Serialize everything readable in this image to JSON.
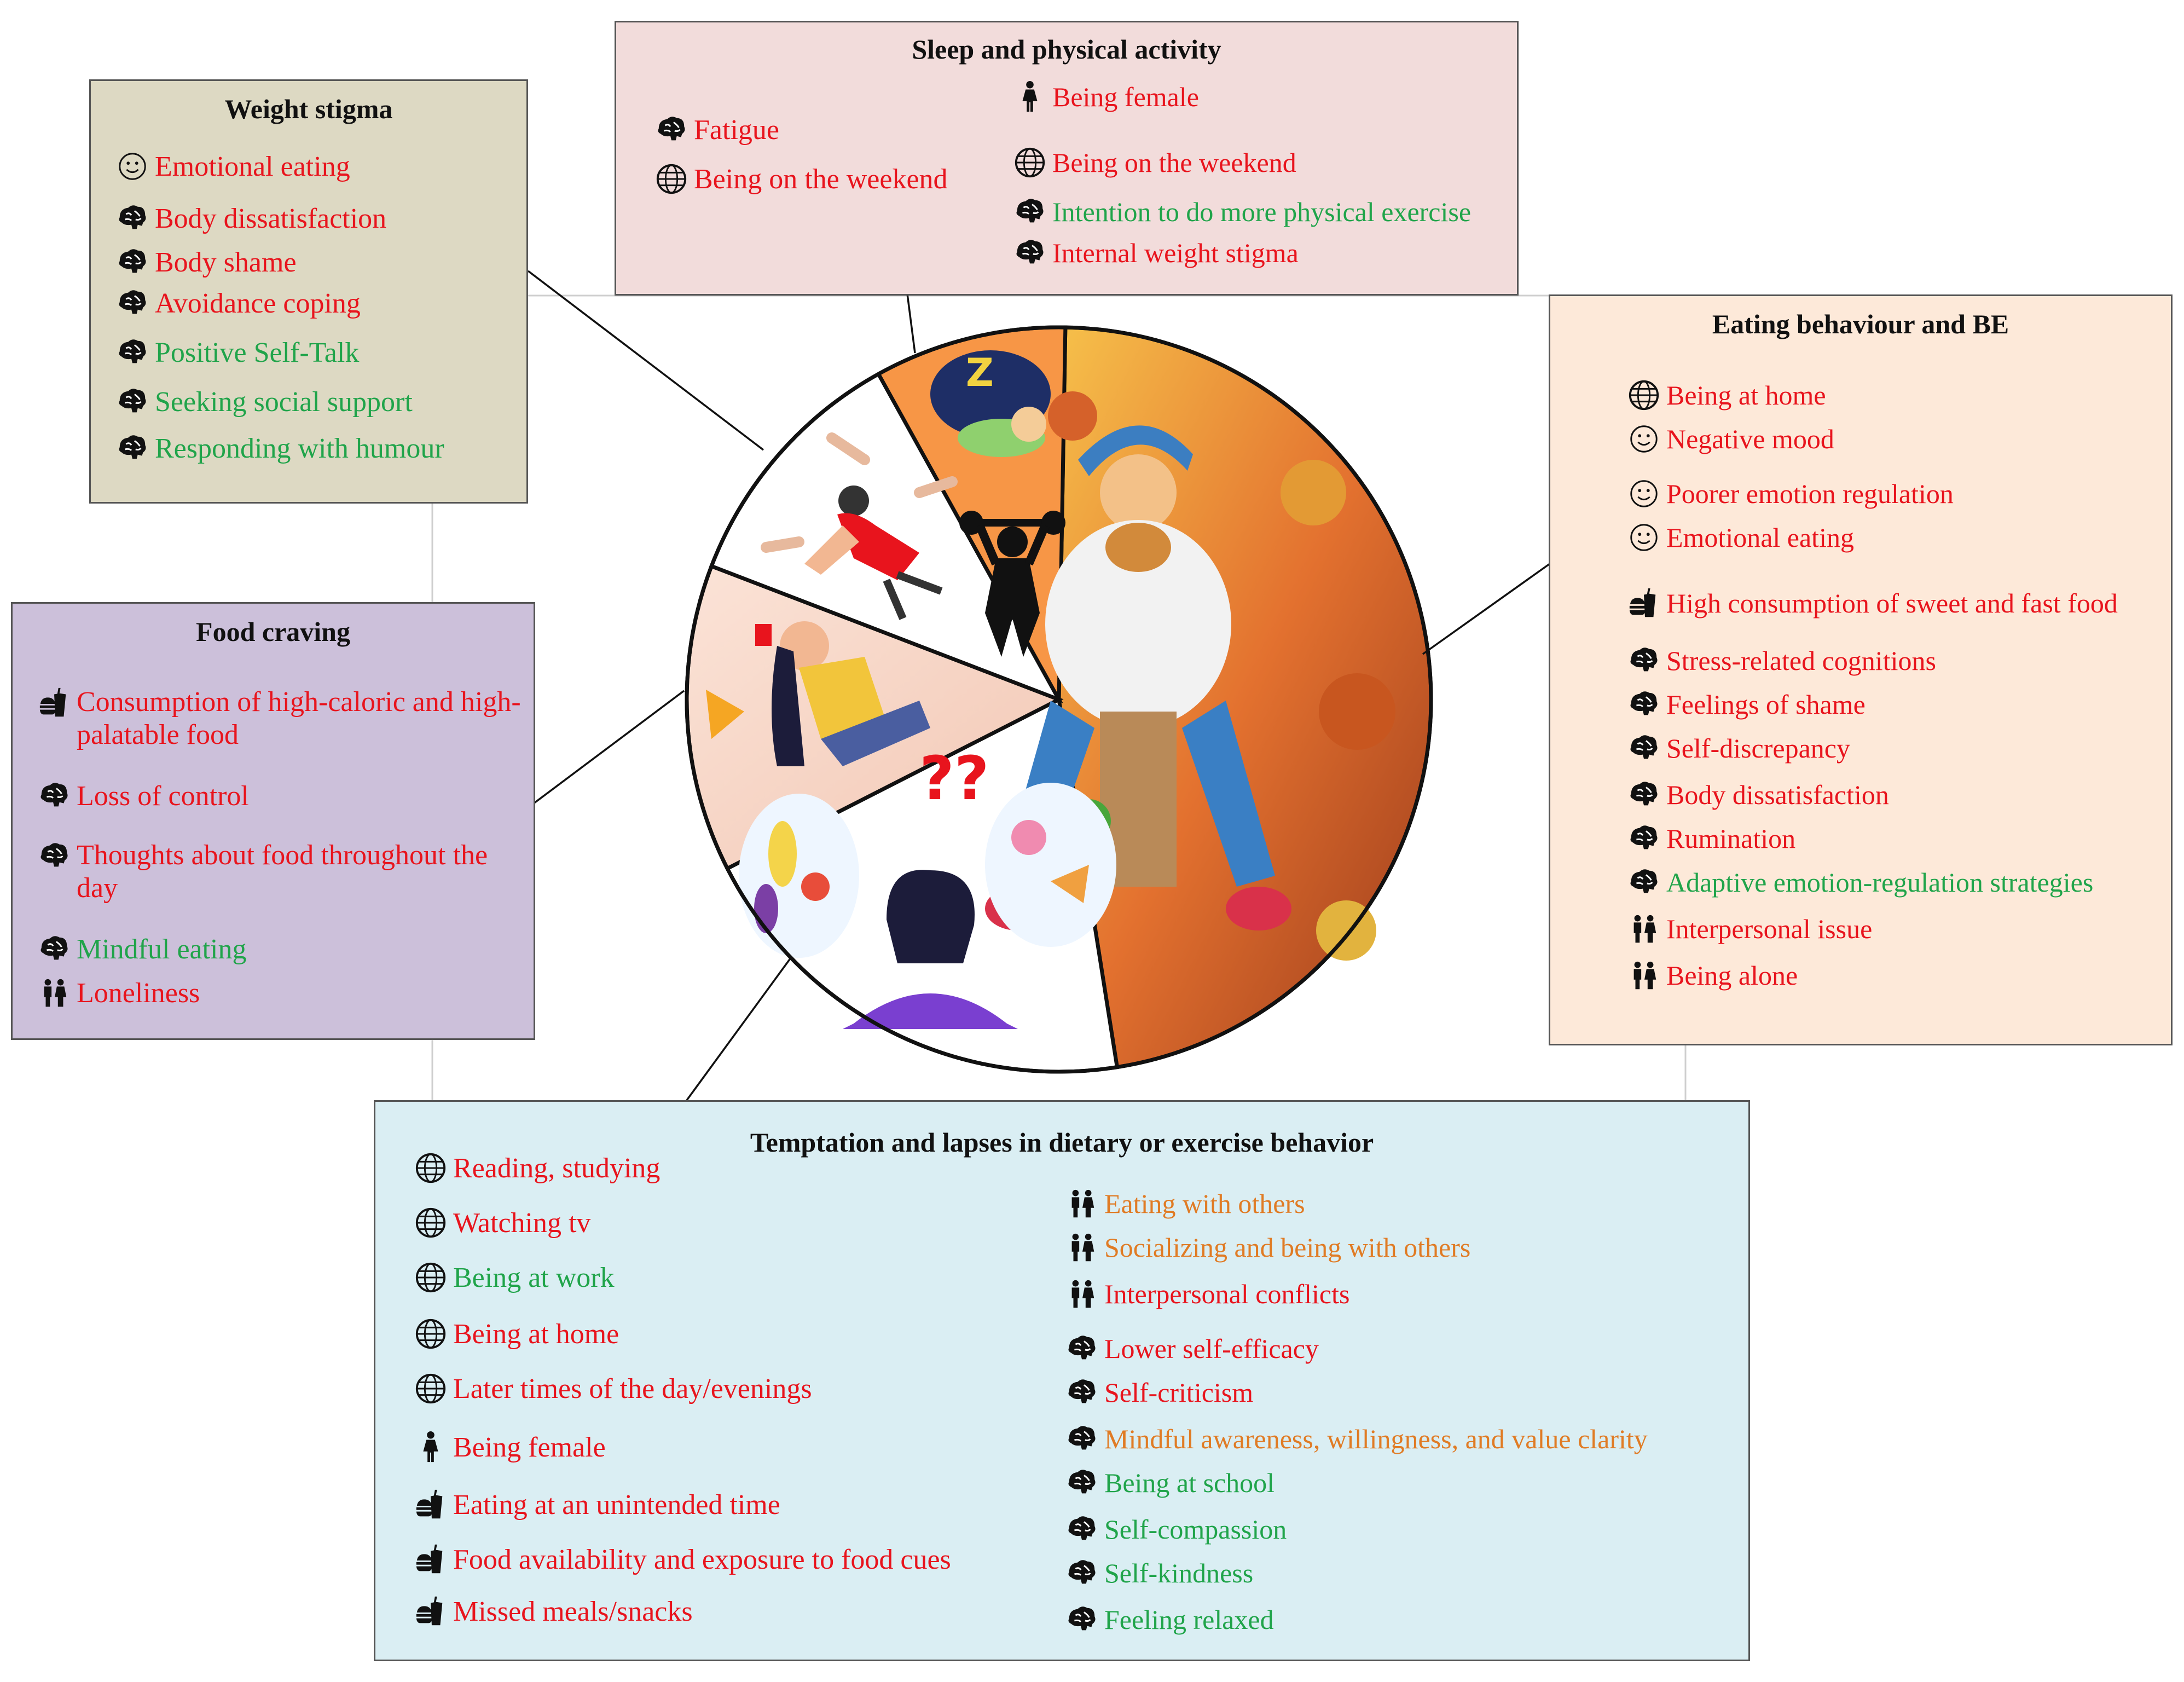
{
  "colors": {
    "positive": "#20a44a",
    "negative": "#e8141d",
    "mixed": "#e07b24",
    "weight_stigma_bg": "#ddd9c3",
    "sleep_bg": "#f2dcdb",
    "eating_bg": "#fde9d9",
    "craving_bg": "#ccc0da",
    "temptation_bg": "#daeef3",
    "pie_orange_slice": "#f79646"
  },
  "boxes": {
    "weight_stigma": {
      "title": "Weight stigma",
      "items": [
        {
          "icon": "smiley-icon",
          "text": "Emotional eating",
          "tone": "red"
        },
        {
          "icon": "brain-icon",
          "text": "Body dissatisfaction",
          "tone": "red"
        },
        {
          "icon": "brain-icon",
          "text": "Body shame",
          "tone": "red"
        },
        {
          "icon": "brain-icon",
          "text": "Avoidance coping",
          "tone": "red"
        },
        {
          "icon": "brain-icon",
          "text": "Positive Self-Talk",
          "tone": "green"
        },
        {
          "icon": "brain-icon",
          "text": "Seeking social support",
          "tone": "green"
        },
        {
          "icon": "brain-icon",
          "text": "Responding with humour",
          "tone": "green"
        }
      ]
    },
    "sleep": {
      "title": "Sleep and physical activity",
      "left_items": [
        {
          "icon": "brain-icon",
          "text": "Fatigue",
          "tone": "red"
        },
        {
          "icon": "globe-icon",
          "text": "Being on the weekend",
          "tone": "red"
        }
      ],
      "right_items": [
        {
          "icon": "female-icon",
          "text": "Being female",
          "tone": "red"
        },
        {
          "icon": "globe-icon",
          "text": "Being on the weekend",
          "tone": "red"
        },
        {
          "icon": "brain-icon",
          "text": "Intention to do more physical exercise",
          "tone": "green"
        },
        {
          "icon": "brain-icon",
          "text": "Internal weight stigma",
          "tone": "red"
        }
      ]
    },
    "eating": {
      "title": "Eating behaviour and BE",
      "items": [
        {
          "icon": "globe-icon",
          "text": "Being at home",
          "tone": "red"
        },
        {
          "icon": "smiley-icon",
          "text": "Negative mood",
          "tone": "red"
        },
        {
          "icon": "smiley-icon",
          "text": "Poorer emotion regulation",
          "tone": "red"
        },
        {
          "icon": "smiley-icon",
          "text": "Emotional eating",
          "tone": "red"
        },
        {
          "icon": "fastfood-icon",
          "text": "High consumption of sweet and fast food",
          "tone": "red"
        },
        {
          "icon": "brain-icon",
          "text": "Stress-related cognitions",
          "tone": "red"
        },
        {
          "icon": "brain-icon",
          "text": "Feelings of shame",
          "tone": "red"
        },
        {
          "icon": "brain-icon",
          "text": "Self-discrepancy",
          "tone": "red"
        },
        {
          "icon": "brain-icon",
          "text": "Body dissatisfaction",
          "tone": "red"
        },
        {
          "icon": "brain-icon",
          "text": "Rumination",
          "tone": "red"
        },
        {
          "icon": "brain-icon",
          "text": "Adaptive emotion-regulation strategies",
          "tone": "green"
        },
        {
          "icon": "people-icon",
          "text": "Interpersonal issue",
          "tone": "red"
        },
        {
          "icon": "people-icon",
          "text": "Being alone",
          "tone": "red"
        }
      ]
    },
    "craving": {
      "title": "Food craving",
      "items": [
        {
          "icon": "fastfood-icon",
          "text": "Consumption of high-caloric and high-palatable food",
          "tone": "red"
        },
        {
          "icon": "brain-icon",
          "text": "Loss of control",
          "tone": "red"
        },
        {
          "icon": "brain-icon",
          "text": "Thoughts about food throughout the day",
          "tone": "red"
        },
        {
          "icon": "brain-icon",
          "text": "Mindful eating",
          "tone": "green"
        },
        {
          "icon": "people-icon",
          "text": "Loneliness",
          "tone": "red"
        }
      ]
    },
    "temptation": {
      "title": "Temptation and lapses in dietary or exercise behavior",
      "left_items": [
        {
          "icon": "globe-icon",
          "text": "Reading, studying",
          "tone": "red"
        },
        {
          "icon": "globe-icon",
          "text": "Watching tv",
          "tone": "red"
        },
        {
          "icon": "globe-icon",
          "text": "Being at work",
          "tone": "green"
        },
        {
          "icon": "globe-icon",
          "text": "Being at home",
          "tone": "red"
        },
        {
          "icon": "globe-icon",
          "text": "Later times of the day/evenings",
          "tone": "red"
        },
        {
          "icon": "female-icon",
          "text": "Being female",
          "tone": "red"
        },
        {
          "icon": "fastfood-icon",
          "text": "Eating at an unintended time",
          "tone": "red"
        },
        {
          "icon": "fastfood-icon",
          "text": "Food availability and exposure to food cues",
          "tone": "red"
        },
        {
          "icon": "fastfood-icon",
          "text": "Missed meals/snacks",
          "tone": "red"
        }
      ],
      "right_items": [
        {
          "icon": "people-icon",
          "text": "Eating with others",
          "tone": "orange"
        },
        {
          "icon": "people-icon",
          "text": "Socializing and being with others",
          "tone": "orange"
        },
        {
          "icon": "people-icon",
          "text": "Interpersonal conflicts",
          "tone": "red"
        },
        {
          "icon": "brain-icon",
          "text": "Lower self-efficacy",
          "tone": "red"
        },
        {
          "icon": "brain-icon",
          "text": "Self-criticism",
          "tone": "red"
        },
        {
          "icon": "brain-icon",
          "text": "Mindful awareness, willingness, and value clarity",
          "tone": "orange"
        },
        {
          "icon": "brain-icon",
          "text": "Being at school",
          "tone": "green"
        },
        {
          "icon": "brain-icon",
          "text": "Self-compassion",
          "tone": "green"
        },
        {
          "icon": "brain-icon",
          "text": "Self-kindness",
          "tone": "green"
        },
        {
          "icon": "brain-icon",
          "text": "Feeling relaxed",
          "tone": "green"
        }
      ]
    }
  },
  "pie": {
    "slices": [
      {
        "name": "eating-behaviour-slice",
        "icon": "overeating-person-illustration"
      },
      {
        "name": "temptation-slice",
        "icon": "thinking-woman-illustration"
      },
      {
        "name": "food-craving-slice",
        "icon": "craving-woman-illustration"
      },
      {
        "name": "weight-stigma-slice",
        "icon": "stigma-pointing-illustration"
      },
      {
        "name": "sleep-activity-slice",
        "icon": "sleep-exercise-illustration"
      }
    ]
  }
}
